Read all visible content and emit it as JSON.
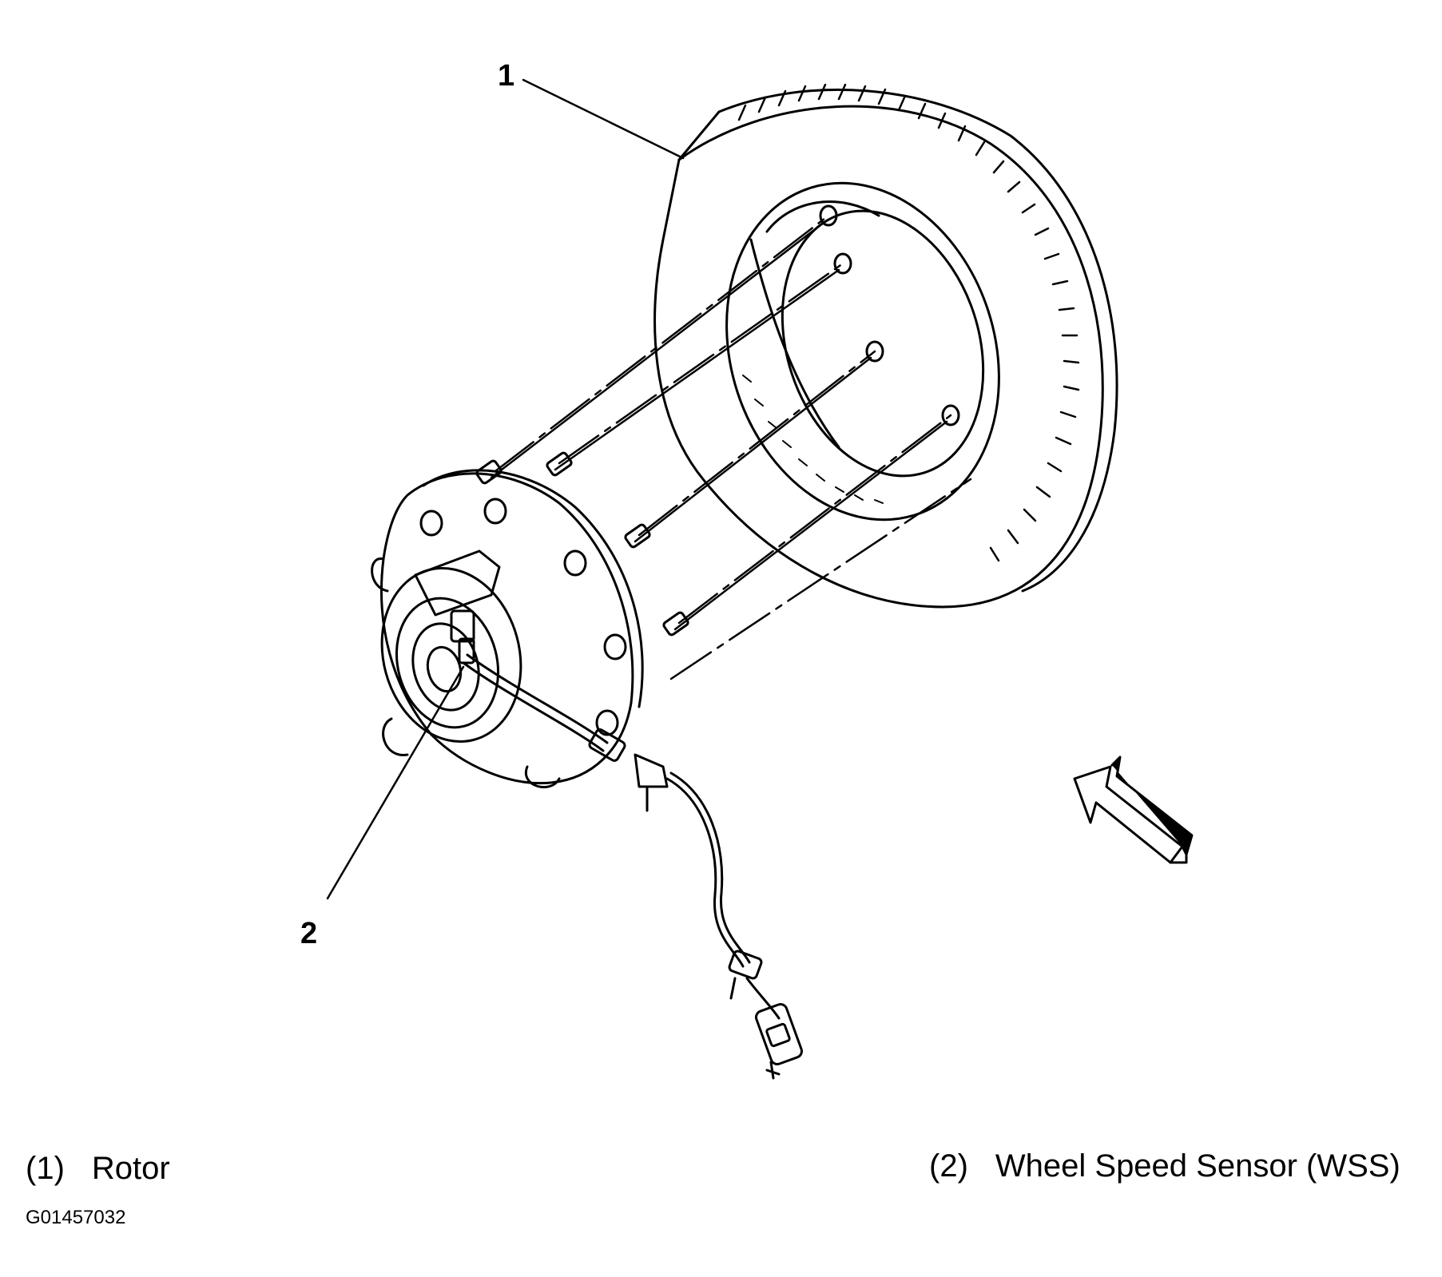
{
  "diagram": {
    "callouts": [
      {
        "number": "1"
      },
      {
        "number": "2"
      }
    ],
    "legend": [
      {
        "number": "(1)",
        "label": "Rotor"
      },
      {
        "number": "(2)",
        "label": "Wheel Speed Sensor (WSS)"
      }
    ],
    "figure_id": "G01457032",
    "view_arrow_icon": "view-direction-arrow-icon",
    "colors": {
      "line": "#000000",
      "background": "#ffffff"
    }
  }
}
